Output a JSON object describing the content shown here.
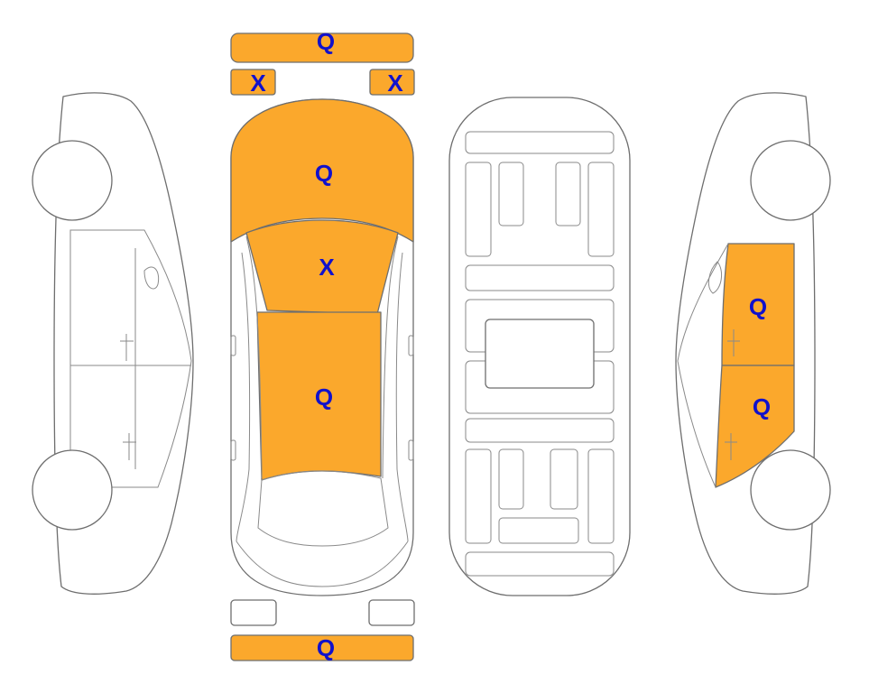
{
  "colors": {
    "damaged_panel": "#FBA82C",
    "mark_text": "#1111CC",
    "outline": "#6E6E6E"
  },
  "marks": {
    "front_bumper": "Q",
    "left_headlight": "X",
    "right_headlight": "X",
    "hood": "Q",
    "windshield": "X",
    "roof": "Q",
    "right_front_door": "Q",
    "right_rear_door": "Q",
    "rear_bumper": "Q"
  }
}
